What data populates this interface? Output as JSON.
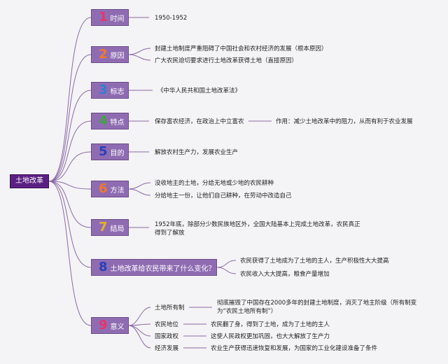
{
  "root": {
    "label": "土地改革"
  },
  "nodes": [
    {
      "number": "1",
      "color": "#e6356d",
      "label": "时间"
    },
    {
      "number": "2",
      "color": "#f07a2b",
      "label": "原因"
    },
    {
      "number": "3",
      "color": "#2f7fd6",
      "label": "标志"
    },
    {
      "number": "4",
      "color": "#3ea53f",
      "label": "特点"
    },
    {
      "number": "5",
      "color": "#2a3fb8",
      "label": "目的"
    },
    {
      "number": "6",
      "color": "#f07a2b",
      "label": "方法"
    },
    {
      "number": "7",
      "color": "#e6b323",
      "label": "结局"
    },
    {
      "number": "8",
      "color": "#2a3fb8",
      "label": "土地改革给农民带来了什么变化？"
    },
    {
      "number": "9",
      "color": "#e6356d",
      "label": "意义"
    }
  ],
  "details": {
    "time": "1950-1952",
    "cause_1": "封建土地制度严重阻碍了中国社会和农村经济的发展（根本原因）",
    "cause_2": "广大农民迫切要求进行土地改革获得土地（直接原因）",
    "mark": "《中华人民共和国土地改革法》",
    "feature": "保存富农经济，在政治上中立富农",
    "feature_effect": "作用：减少土地改革中的阻力，从而有利于农业发展",
    "purpose": "解放农村生产力，发展农业生产",
    "method_1": "没收地主的土地，分给无地或少地的农民耕种",
    "method_2": "分给地主一份，让他们自己耕种，在劳动中改造自己",
    "result": "1952年底，除部分少数民族地区外，全国大陆基本上完成土地改革，农民真正得到了解放",
    "change_1": "农民获得了土地成为了土地的主人，生产积极性大大提高",
    "change_2": "农民收入大大提高，粮食产量增加",
    "sig_land_label": "土地所有制",
    "sig_land_text": "彻底摧毁了中国存在2000多年的封建土地制度，消灭了地主阶级（所有制变为“农民土地所有制”）",
    "sig_peasant_label": "农民地位",
    "sig_peasant_text": "农民翻了身，得到了土地，成为了土地的主人",
    "sig_regime_label": "国家政权",
    "sig_regime_text": "这使人民政权更加巩固，也大大解放了生产力",
    "sig_econ_label": "经济发展",
    "sig_econ_text": "农业生产获得迅速恢复和发展，为国家的工业化建设准备了条件"
  },
  "colors": {
    "line": "#8a6aa8",
    "category_fill": "#8f6cb2",
    "root_fill": "#5b1f82"
  }
}
